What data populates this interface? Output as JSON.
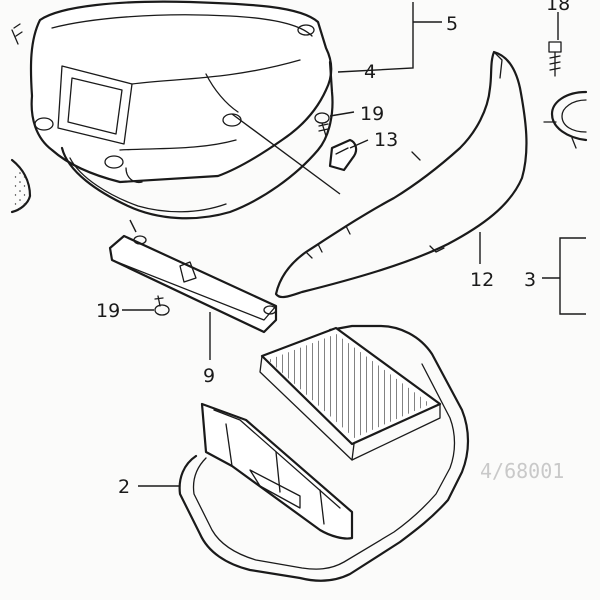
{
  "callouts": {
    "c18": "18",
    "c5": "5",
    "c4": "4",
    "c19_top": "19",
    "c13": "13",
    "c12": "12",
    "c3": "3",
    "c19_left": "19",
    "c9": "9",
    "c2": "2"
  },
  "watermark": "4/68001",
  "colors": {
    "ink": "#1a1a1a",
    "paper": "#fbfbfa",
    "ghost": "#c9c9c9"
  }
}
